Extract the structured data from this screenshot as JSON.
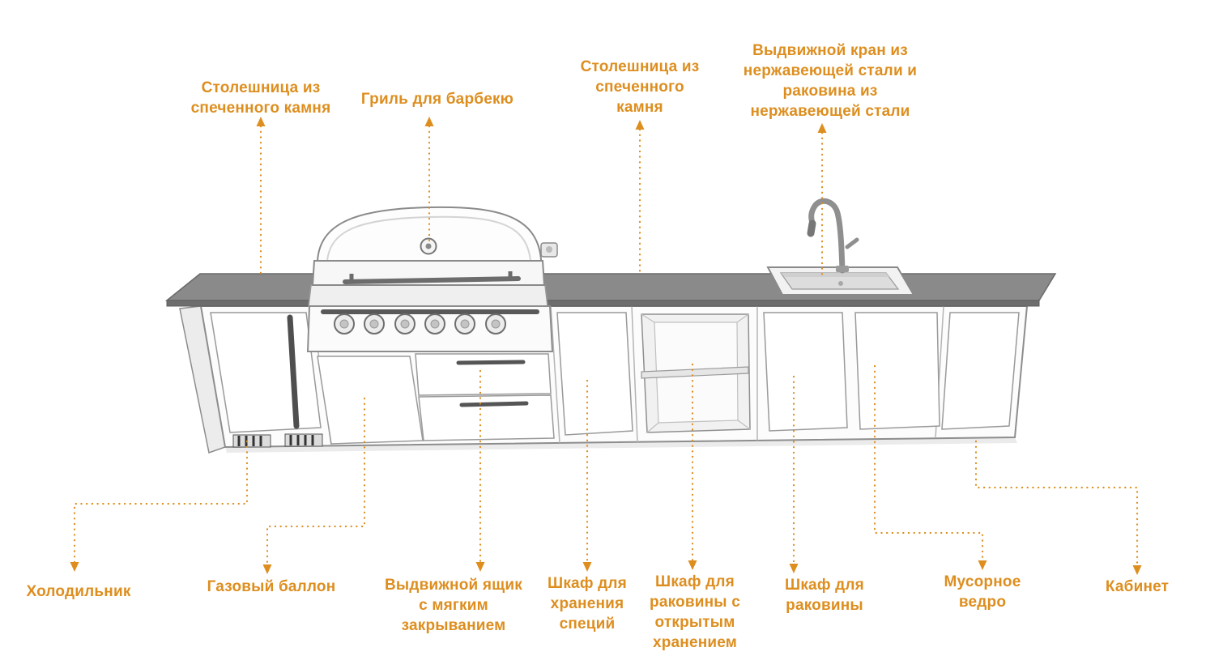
{
  "colors": {
    "accent": "#DD8E1F",
    "countertop": "#8A8A8A",
    "countertop_edge": "#6E6E6E"
  },
  "callouts": {
    "top": [
      {
        "id": "countertop-left",
        "label": "Столешница из спеченного камня"
      },
      {
        "id": "grill",
        "label": "Гриль для барбекю"
      },
      {
        "id": "countertop-right",
        "label": "Столешница из спеченного камня"
      },
      {
        "id": "faucet-sink",
        "label": "Выдвижной кран из нержавеющей стали и раковина из нержавеющей стали"
      }
    ],
    "bottom": [
      {
        "id": "fridge",
        "label": "Холодильник"
      },
      {
        "id": "gas-cylinder",
        "label": "Газовый баллон"
      },
      {
        "id": "soft-close-drawer",
        "label": "Выдвижной ящик с мягким закрыванием"
      },
      {
        "id": "spice-cabinet",
        "label": "Шкаф для хранения специй"
      },
      {
        "id": "open-sink-cabinet",
        "label": "Шкаф для раковины с открытым хранением"
      },
      {
        "id": "sink-cabinet",
        "label": "Шкаф для раковины"
      },
      {
        "id": "trash-bin",
        "label": "Мусорное ведро"
      },
      {
        "id": "cabinet",
        "label": "Кабинет"
      }
    ]
  }
}
